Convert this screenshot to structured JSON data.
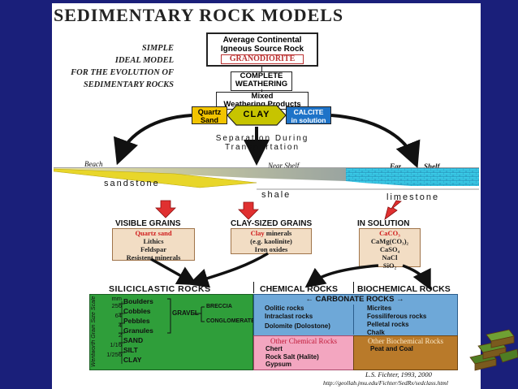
{
  "title": "SEDIMENTARY ROCK MODELS",
  "side_caption": [
    "SIMPLE",
    "IDEAL MODEL",
    "FOR THE EVOLUTION OF",
    "SEDIMENTARY ROCKS"
  ],
  "source": {
    "line1": "Average Continental",
    "line2": "Igneous Source Rock",
    "rock": "GRANODIORITE"
  },
  "weathering": {
    "line1": "COMPLETE",
    "line2": "WEATHERING"
  },
  "products": {
    "line1": "Mixed",
    "line2": "Weathering Products"
  },
  "weathered": {
    "quartz": "Quartz Sand",
    "clay": "CLAY",
    "calcite_1": "CALCITE",
    "calcite_2": "in solution"
  },
  "separation": {
    "line1": "Separation During",
    "line2": "Transportation"
  },
  "environments": {
    "beach": "Beach",
    "near_shelf": "Near Shelf",
    "far": "Far",
    "shelf": "Shelf"
  },
  "deposits": {
    "sandstone": "sandstone",
    "shale": "shale",
    "limestone": "limestone"
  },
  "grain_groups": [
    {
      "title": "VISIBLE GRAINS",
      "red": "Quartz sand",
      "items": [
        "Lithics",
        "Feldspar",
        "Resistent minerals"
      ]
    },
    {
      "title": "CLAY-SIZED GRAINS",
      "red": "Clay",
      "red_tail": " minerals",
      "items": [
        "(e.g. kaolinite)",
        "Iron oxides"
      ]
    },
    {
      "title": "IN SOLUTION",
      "red": "CaCO₃",
      "items": [
        "CaMg(CO₃)₂",
        "CaSO₄",
        "NaCl",
        "SiO₂"
      ]
    }
  ],
  "categories": {
    "siliciclastic": "SILICICLASTIC ROCKS",
    "chemical": "CHEMICAL ROCKS",
    "biochemical": "BIOCHEMICAL ROCKS"
  },
  "wentworth": {
    "axis": "Wentworth Grain Size Scale",
    "unit": "mm",
    "sizes": [
      "256",
      "64",
      "4",
      "2",
      "1/16",
      "1/256"
    ],
    "classes": [
      "Boulders",
      "Cobbles",
      "Pebbles",
      "Granules",
      "SAND",
      "SILT",
      "CLAY"
    ],
    "gravel": "GRAVEL",
    "rocks": [
      "BRECCIA",
      "CONGLOMERATE"
    ]
  },
  "carbonate": {
    "title": "CARBONATE ROCKS",
    "chemical": [
      "Oolitic rocks",
      "Intraclast rocks",
      "Dolomite (Dolostone)"
    ],
    "biochemical": [
      "Micrites",
      "Fossiliferous rocks",
      "Pelletal rocks",
      "Chalk"
    ]
  },
  "other_chemical": {
    "title": "Other Chemical Rocks",
    "items": [
      "Chert",
      "Rock Salt (Halite)",
      "Gypsum"
    ]
  },
  "other_biochemical": {
    "title": "Other Biochemical Rocks",
    "items": [
      "Peat and Coal"
    ]
  },
  "credit": {
    "author": "L.S. Fichter, 1993, 2000",
    "url": "http://geollab.jmu.edu/Fichter/SedRx/sedclass.html"
  },
  "colors": {
    "slide_bg": "#1a1f7a",
    "quartz": "#f2c400",
    "clay_hex": "#c7c400",
    "calcite": "#1e73c8",
    "siliciclastic": "#2f9e3a",
    "carbonate": "#6ea8d8",
    "other_chem": "#f3a6c0",
    "other_bio": "#b97a2a",
    "grain_box": "#f2ddc4",
    "arrow_red": "#e03030"
  }
}
